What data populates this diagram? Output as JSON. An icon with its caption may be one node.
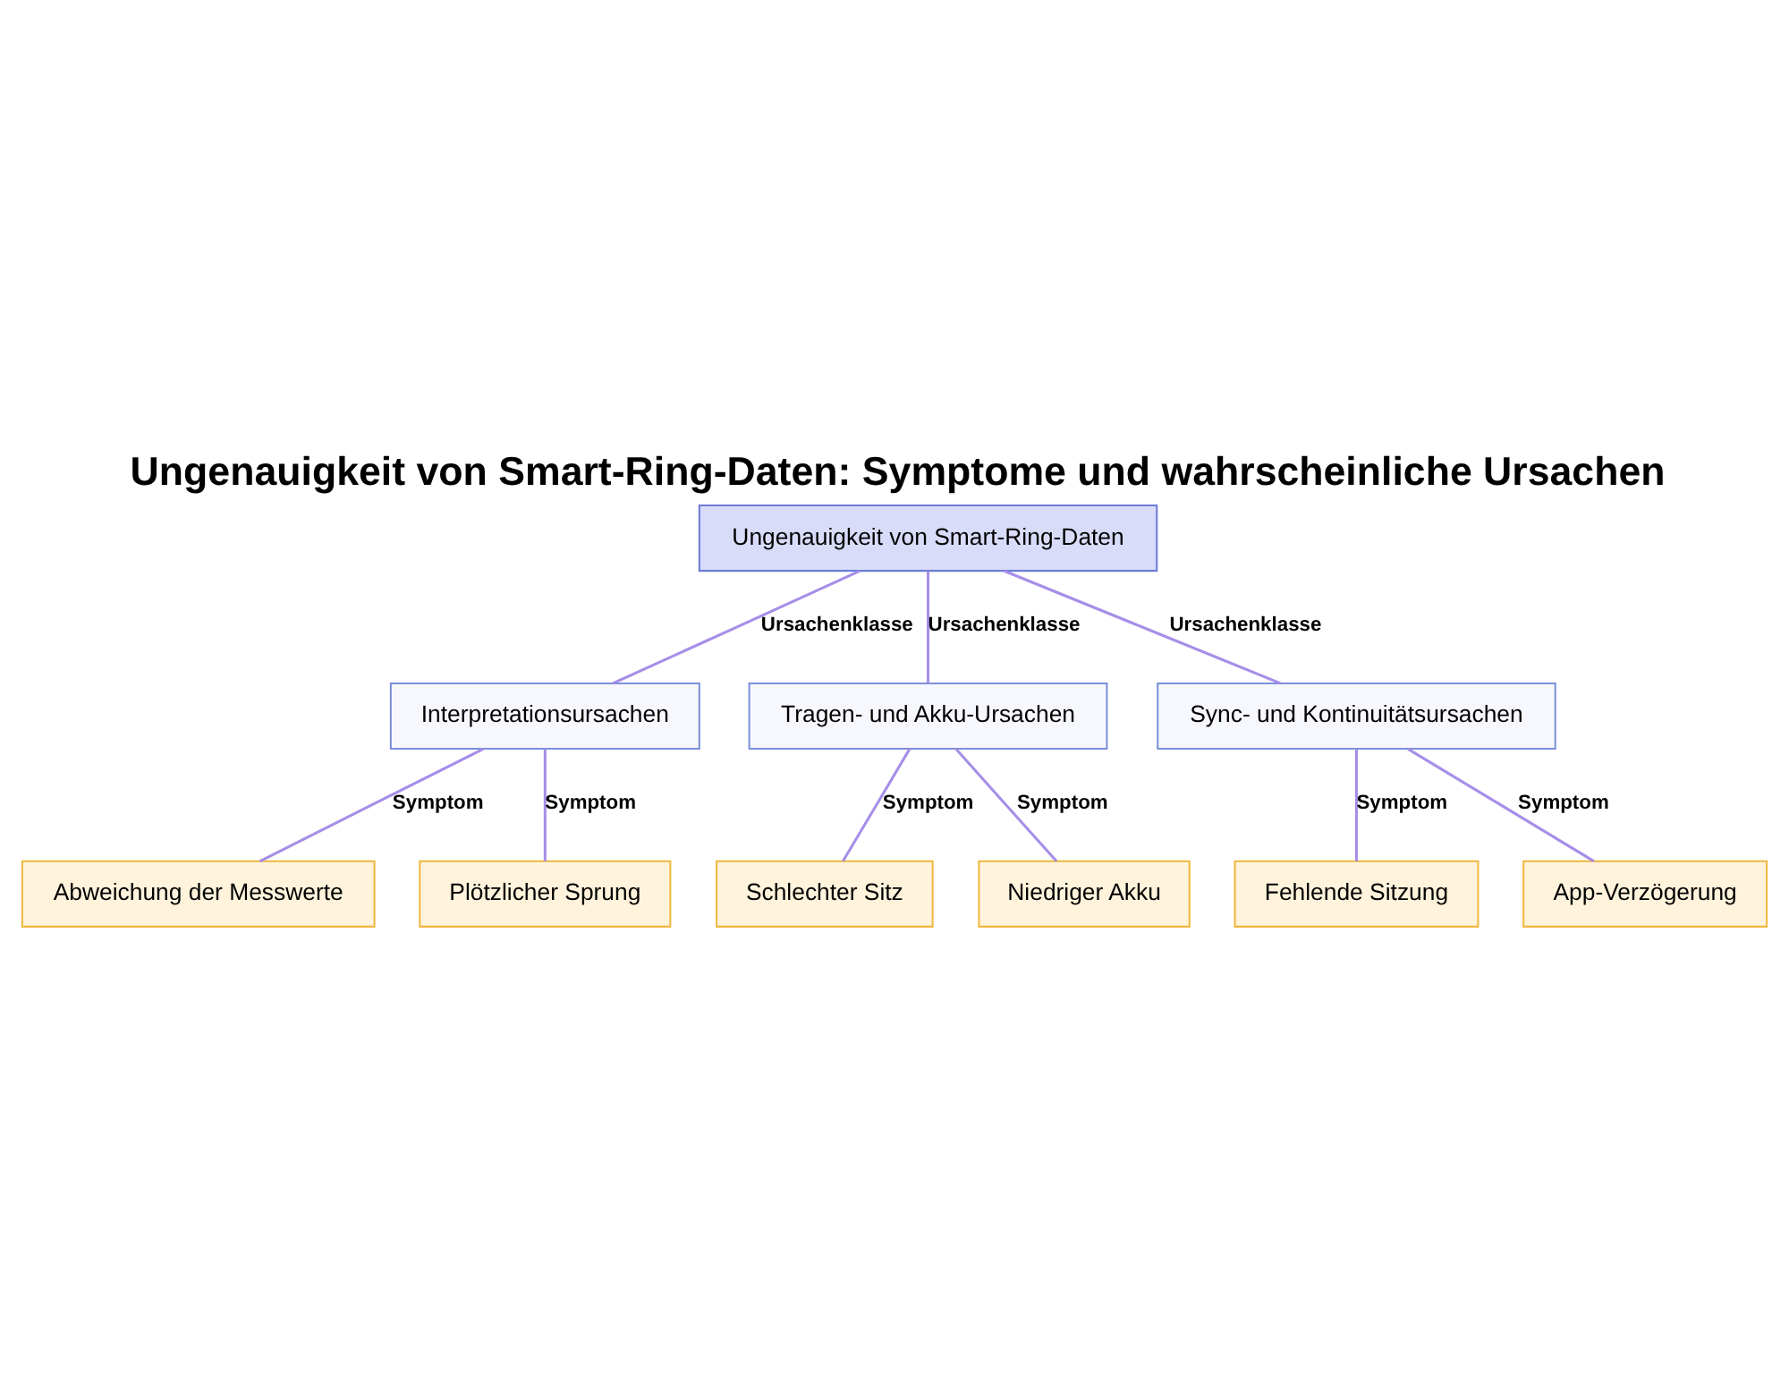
{
  "diagram": {
    "title": "Ungenauigkeit von Smart-Ring-Daten: Symptome und wahrscheinliche Ursachen",
    "nodes": [
      {
        "text": [
          "Ungenauigkeit von Smart-Ring-Daten"
        ]
      },
      {
        "text": [
          "Interpretationsursachen"
        ]
      },
      {
        "text": [
          "Tragen- und Akku-Ursachen"
        ]
      },
      {
        "text": [
          "Sync- und Kontinuitätsursachen"
        ]
      },
      {
        "text": [
          "Abweichung der Messwerte"
        ]
      },
      {
        "text": [
          "Plötzlicher Sprung"
        ]
      },
      {
        "text": [
          "Schlechter Sitz"
        ]
      },
      {
        "text": [
          "Niedriger Akku"
        ]
      },
      {
        "text": [
          "Fehlende Sitzung"
        ]
      },
      {
        "text": [
          "App-Verzögerung"
        ]
      }
    ],
    "edges": [
      {
        "from": 0,
        "to": 1,
        "arrow": "none",
        "label": "Ursachenklasse"
      },
      {
        "from": 0,
        "to": 2,
        "arrow": "none",
        "label": "Ursachenklasse"
      },
      {
        "from": 0,
        "to": 3,
        "arrow": "none",
        "label": "Ursachenklasse"
      },
      {
        "from": 1,
        "to": 4,
        "arrow": "none",
        "label": "Symptom"
      },
      {
        "from": 1,
        "to": 5,
        "arrow": "none",
        "label": "Symptom"
      },
      {
        "from": 2,
        "to": 6,
        "arrow": "none",
        "label": "Symptom"
      },
      {
        "from": 2,
        "to": 7,
        "arrow": "none",
        "label": "Symptom"
      },
      {
        "from": 3,
        "to": 8,
        "arrow": "none",
        "label": "Symptom"
      },
      {
        "from": 3,
        "to": 9,
        "arrow": "none",
        "label": "Symptom"
      }
    ]
  }
}
